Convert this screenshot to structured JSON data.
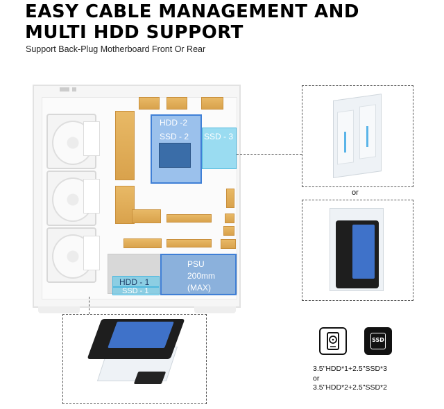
{
  "headline": {
    "line1": "EASY CABLE MANAGEMENT AND",
    "line2": "MULTI HDD SUPPORT"
  },
  "subtitle": "Support Back-Plug Motherboard Front Or Rear",
  "case_labels": {
    "hdd2": "HDD -2",
    "ssd2": "SSD - 2",
    "ssd3": "SSD - 3",
    "psu_line1": "PSU",
    "psu_line2": "200mm",
    "psu_line3": "(MAX)",
    "hdd1": "HDD - 1",
    "ssd1": "SSD - 1"
  },
  "panel_separator": "or",
  "config": {
    "option1": "3.5\"HDD*1+2.5\"SSD*3",
    "separator": "or",
    "option2": "3.5\"HDD*2+2.5\"SSD*2"
  },
  "icons": {
    "hdd": "hard-drive-icon",
    "ssd": "ssd-icon",
    "ssd_text": "SSD"
  },
  "colors": {
    "blue_highlight": "#3f7fd6",
    "light_blue_highlight": "#5ac8eb",
    "cable_gold": "#d9a24c"
  }
}
